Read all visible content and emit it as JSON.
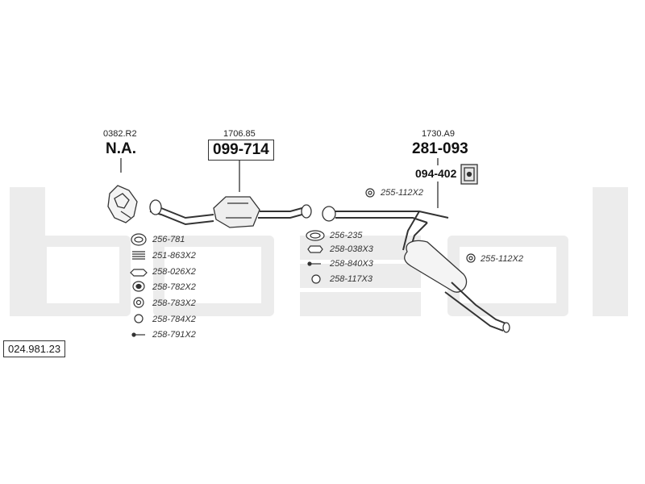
{
  "catalog_number": "024.981.23",
  "watermark_text": "bosal",
  "parts": {
    "front": {
      "ref": "0382.R2",
      "number": "N.A."
    },
    "catalyst": {
      "ref": "1706.85",
      "number": "099-714"
    },
    "rear": {
      "ref": "1730.A9",
      "number": "281-093",
      "bracket_number": "094-402"
    }
  },
  "hardware_left": [
    "256-781",
    "251-863X2",
    "258-026X2",
    "258-782X2",
    "258-783X2",
    "258-784X2",
    "258-791X2"
  ],
  "hardware_middle": [
    "256-235",
    "258-038X3",
    "258-840X3",
    "258-117X3"
  ],
  "hardware_right": {
    "top": "255-112X2",
    "mid": "255-112X2"
  },
  "colors": {
    "watermark": "#e9e9e9",
    "line": "#333333"
  }
}
